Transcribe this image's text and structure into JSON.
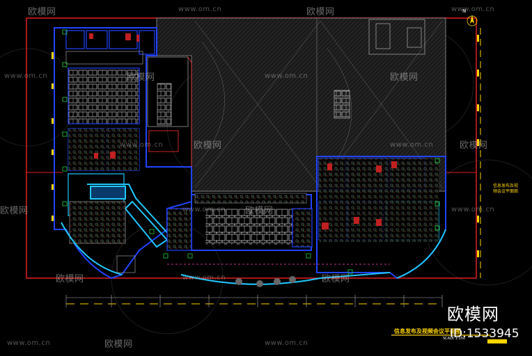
{
  "drawing": {
    "north_label": "N",
    "sheet_title": "信息发布及视频会议平面图",
    "scale_text": "SCALE 1:150",
    "legend_lines": [
      "信息发布及视",
      "频会议平面图"
    ]
  },
  "watermark": {
    "brand": "欧模网",
    "url": "www.om.cn",
    "doc_id": "ID:1533945"
  },
  "colors": {
    "background": "#000000",
    "border_red": "#e02020",
    "wall_blue": "#2244ff",
    "line_gray": "#9a9a9a",
    "accent_yellow": "#ffd400",
    "wall_cyan": "#20c8ff",
    "magenta": "#ff40c0",
    "green": "#20d040"
  }
}
